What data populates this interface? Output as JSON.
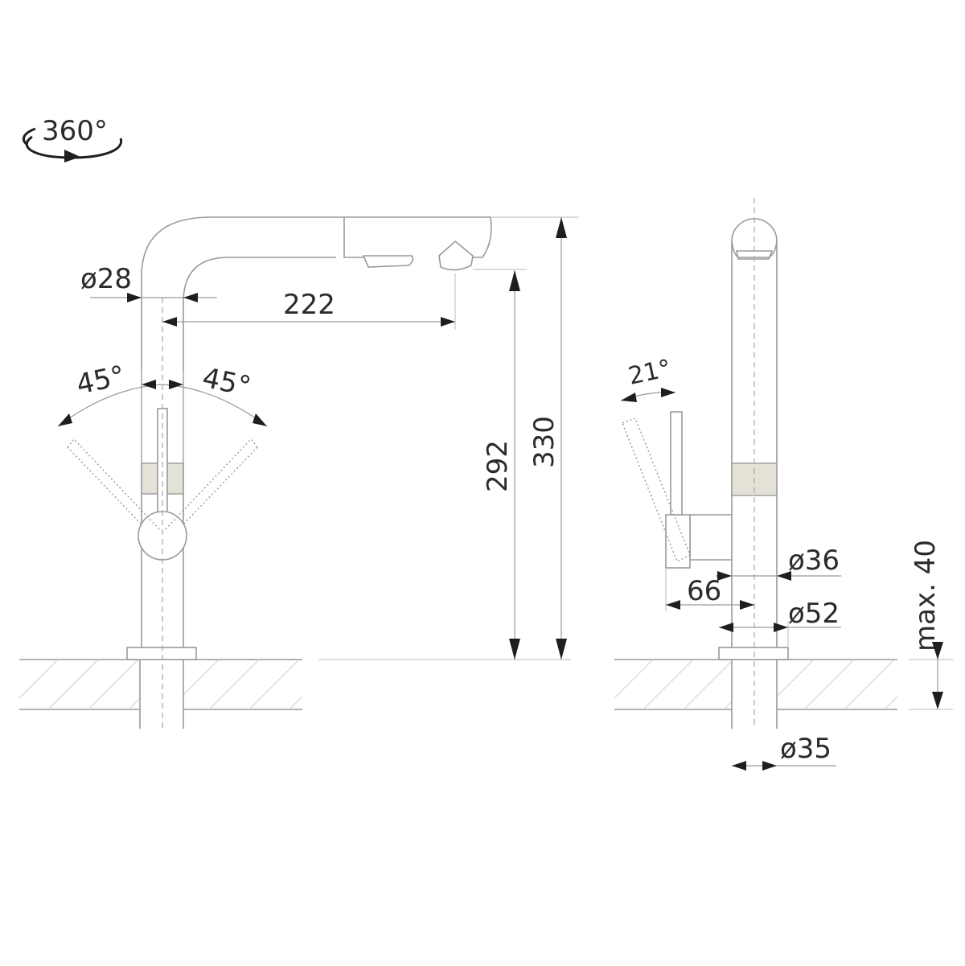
{
  "rotation": {
    "label": "360°"
  },
  "front_view": {
    "dims": {
      "spout_diameter": "ø28",
      "reach": "222",
      "lever_angle_left": "45°",
      "lever_angle_right": "45°",
      "outlet_height": "292",
      "total_height": "330"
    }
  },
  "side_view": {
    "dims": {
      "lever_angle": "21°",
      "body_diameter": "ø36",
      "lever_depth": "66",
      "base_diameter": "ø52",
      "max_deck_thickness": "max. 40",
      "shank_diameter": "ø35"
    }
  },
  "colors": {
    "outline": "#9a9a9a",
    "dimension_text": "#2b2b2b",
    "arrow": "#1e1e1e",
    "ring_band": "#e4e1d6"
  }
}
